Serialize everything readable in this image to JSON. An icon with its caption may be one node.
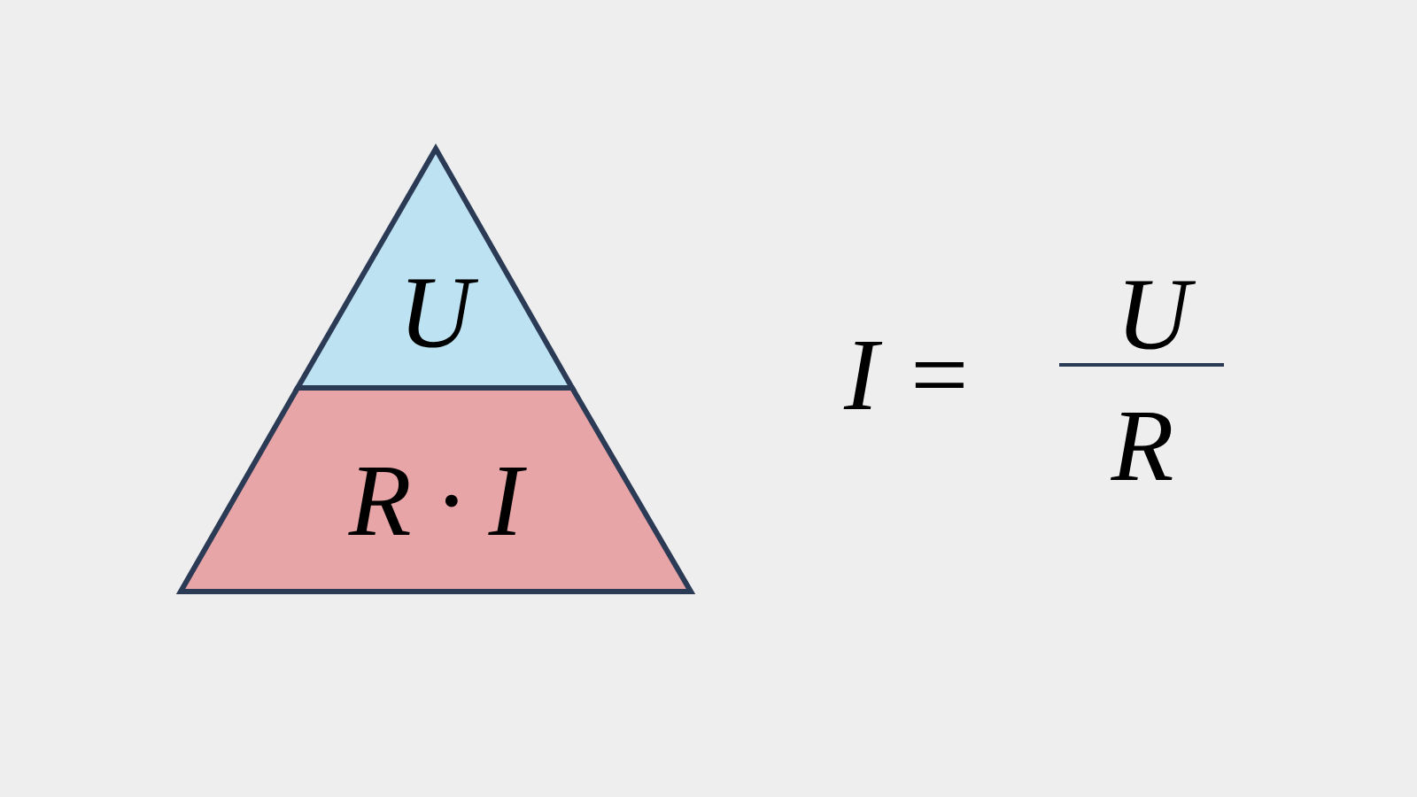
{
  "diagram": {
    "nodes": [
      {
        "text": [
          "U"
        ]
      },
      {
        "text": [
          "R · I"
        ]
      }
    ],
    "labels": [
      "I =",
      "U",
      "R"
    ]
  }
}
